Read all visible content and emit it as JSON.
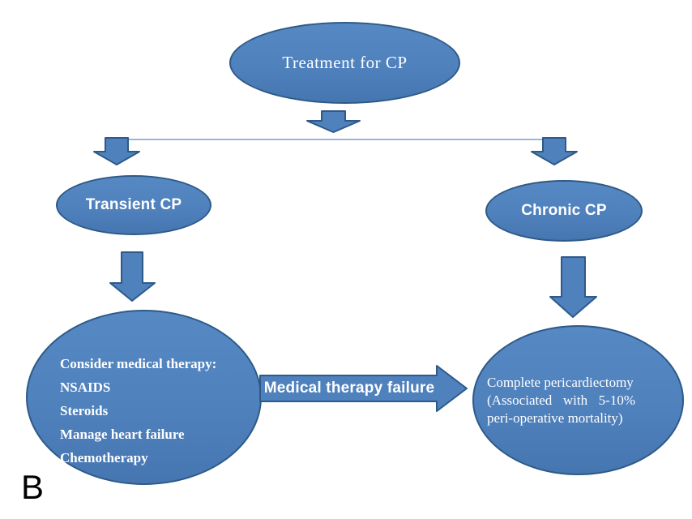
{
  "figure": {
    "panel_label": "B",
    "colors": {
      "node_fill": "#4f81bd",
      "node_border": "#2e5a87",
      "connector_line": "#9ab5d9",
      "node_text": "#ffffff",
      "panel_label_text": "#000000"
    },
    "nodes": {
      "treatment": {
        "label": "Treatment for CP"
      },
      "transient": {
        "label": "Transient CP"
      },
      "chronic": {
        "label": "Chronic CP"
      },
      "medical_therapy": {
        "lines": [
          "Consider medical therapy:",
          "NSAIDS",
          "Steroids",
          "Manage heart failure",
          "Chemotherapy"
        ]
      },
      "pericardiectomy": {
        "lines": [
          "Complete pericardiectomy",
          "(Associated with 5-10%",
          "peri-operative mortality)"
        ]
      }
    },
    "connectors": {
      "failure_arrow_label": "Medical therapy failure"
    }
  }
}
